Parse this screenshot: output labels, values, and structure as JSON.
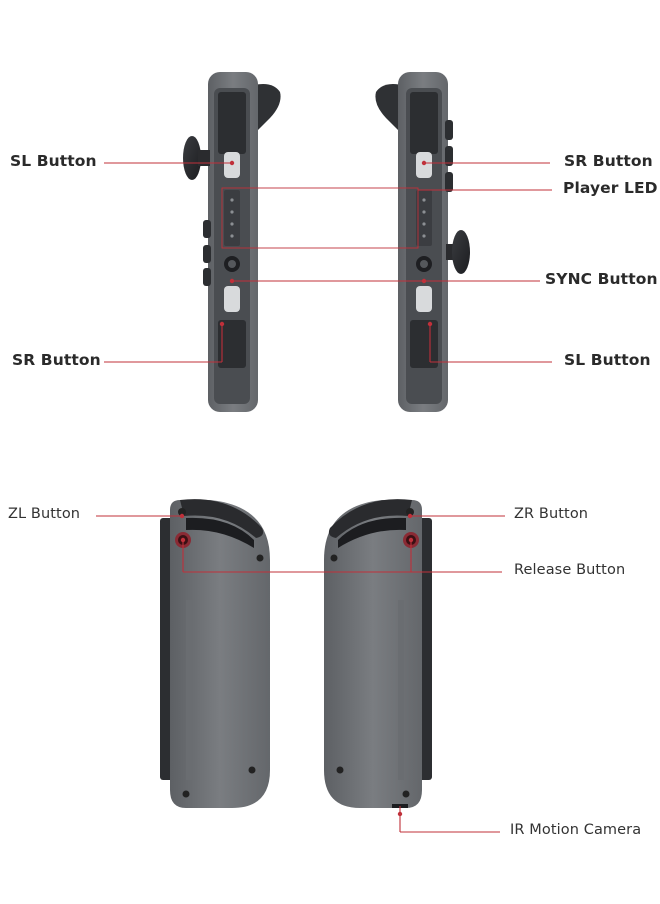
{
  "top_view": {
    "left_labels": {
      "sl_button": "SL Button",
      "sr_button": "SR Button"
    },
    "right_labels": {
      "sr_button": "SR Button",
      "player_led": "Player LED",
      "sync_button": "SYNC Button",
      "sl_button": "SL Button"
    }
  },
  "bottom_view": {
    "left_labels": {
      "zl_button": "ZL Button"
    },
    "right_labels": {
      "zr_button": "ZR Button",
      "release_button": "Release Button",
      "ir_motion_camera": "IR Motion Camera"
    }
  },
  "colors": {
    "callout_line": "#c0303a",
    "controller_body": "#6f7276",
    "rail": "#2c2e31",
    "label_text": "#2a2a2a"
  }
}
